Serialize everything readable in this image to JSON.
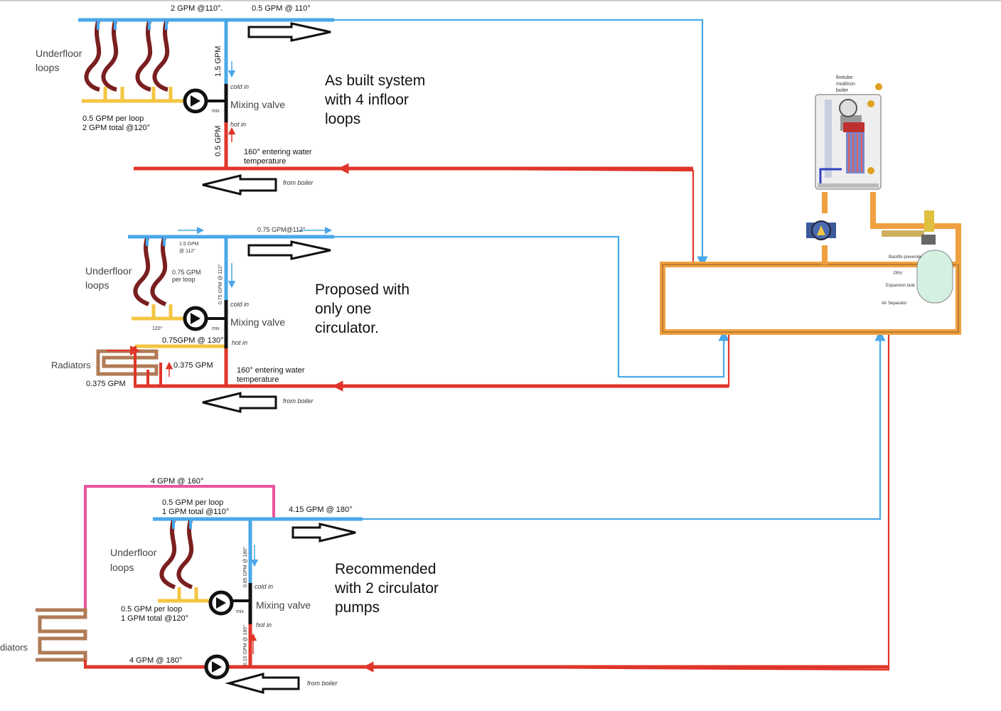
{
  "colors": {
    "supply_blue": "#4aa8e8",
    "return_red": "#e0352a",
    "loop_maroon": "#7a1f1f",
    "manifold_yellow": "#f4c542",
    "primary_loop_orange": "#f0a040",
    "bypass_pink": "#e8559a",
    "radiator_brown": "#b07a55"
  },
  "panel1": {
    "title_lines": [
      "As built system",
      "with 4 infloor",
      "loops"
    ],
    "supply_flow_a": "2 GPM @110°.",
    "supply_flow_b": "0.5 GPM @ 110°",
    "underfloor_lines": [
      "Underfloor",
      "loops"
    ],
    "loop_flow_lines": [
      "0.5 GPM per loop",
      "2 GPM total @120°"
    ],
    "vertical_flow_top": "1.5 GPM",
    "vertical_flow_bottom": "0.5 GPM",
    "cold_in": "cold in",
    "hot_in": "hot in",
    "mix": "mix",
    "valve_label": "Mixing valve",
    "entering_lines": [
      "160° entering water",
      "temperature"
    ],
    "from_boiler": "from boiler"
  },
  "panel2": {
    "title_lines": [
      "Proposed with",
      "only one",
      "circulator."
    ],
    "supply_flow": "0.75 GPM@112°",
    "branch_flow_lines": [
      "1.5 GPM",
      "@ 112°"
    ],
    "underfloor_lines": [
      "Underfloor",
      "loops"
    ],
    "per_loop_lines": [
      "0.75 GPM",
      "per loop"
    ],
    "vertical_flow": "0.75 GPM @ 112°",
    "temp_120": "120°",
    "manifold_flow": "0.75GPM @ 130°",
    "radiators": "Radiators",
    "radiator_flow_a": "0.375 GPM",
    "radiator_flow_b": "0.375 GPM",
    "cold_in": "cold in",
    "hot_in": "hot in",
    "mix": "mix",
    "valve_label": "Mixing valve",
    "entering_lines": [
      "160° entering water",
      "temperature"
    ],
    "from_boiler": "from boiler"
  },
  "panel3": {
    "title_lines": [
      "Recommended",
      "with 2 circulator",
      "pumps"
    ],
    "bypass_flow": "4 GPM @ 160°",
    "supply_flow_lines": [
      "0.5 GPM per loop",
      "1 GPM total @110°"
    ],
    "return_flow": "4.15 GPM @ 180°",
    "underfloor_lines": [
      "Underfloor",
      "loops"
    ],
    "loop_flow_lines": [
      "0.5 GPM per loop",
      "1 GPM total @120°"
    ],
    "vertical_flow_top": "0.85 GPM @ 180°",
    "vertical_flow_bottom": "0.15 GPM @ 180°",
    "cold_in": "cold in",
    "hot_in": "hot in",
    "mix": "mix",
    "valve_label": "Mixing valve",
    "radiators": "diators",
    "bottom_flow": "4 GPM @ 180°",
    "from_boiler": "from boiler"
  },
  "boiler": {
    "label_lines": [
      "firetube",
      "mod/con",
      "boiler"
    ],
    "component_labels": [
      "Backflo preventer",
      "PRV",
      "Expansion tank",
      "Air Separator"
    ]
  }
}
